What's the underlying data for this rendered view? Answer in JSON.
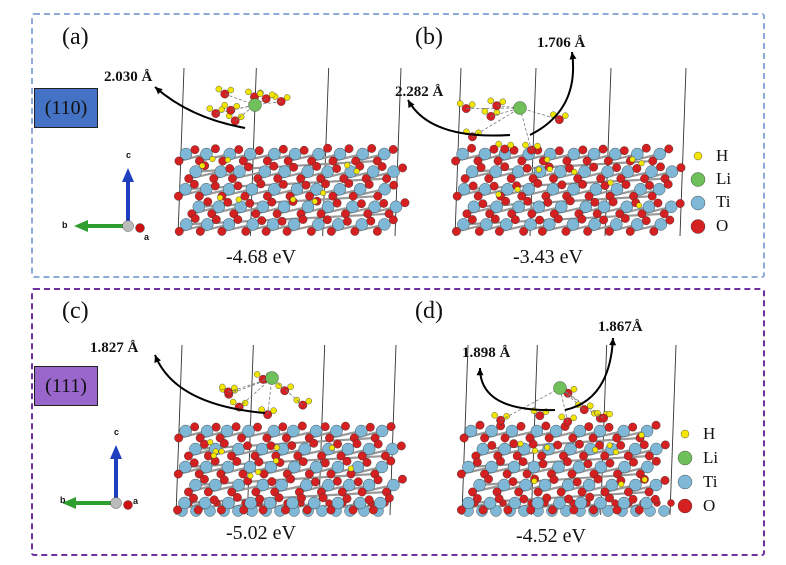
{
  "panels": {
    "a": {
      "label": "(a)",
      "distances": [
        "2.030 Å"
      ],
      "energy": "-4.68 eV"
    },
    "b": {
      "label": "(b)",
      "distances": [
        "2.282 Å",
        "1.706 Å"
      ],
      "energy": "-3.43 eV"
    },
    "c": {
      "label": "(c)",
      "distances": [
        "1.827 Å"
      ],
      "energy": "-5.02 eV"
    },
    "d": {
      "label": "(d)",
      "distances": [
        "1.898 Å",
        "1.867Å"
      ],
      "energy": "-4.52 eV"
    }
  },
  "facets": {
    "top": {
      "label": "(110)",
      "color": "#4472c4"
    },
    "bottom": {
      "label": "(111)",
      "color": "#9966cc"
    }
  },
  "frame_colors": {
    "top": "#8eaadb",
    "bottom": "#7030a0"
  },
  "legend": [
    {
      "label": "H",
      "color": "#f2e600"
    },
    {
      "label": "Li",
      "color": "#6fbf5a"
    },
    {
      "label": "Ti",
      "color": "#7fb8d6"
    },
    {
      "label": "O",
      "color": "#d42020"
    }
  ],
  "axes": {
    "c": "c",
    "b": "b",
    "a": "a"
  }
}
